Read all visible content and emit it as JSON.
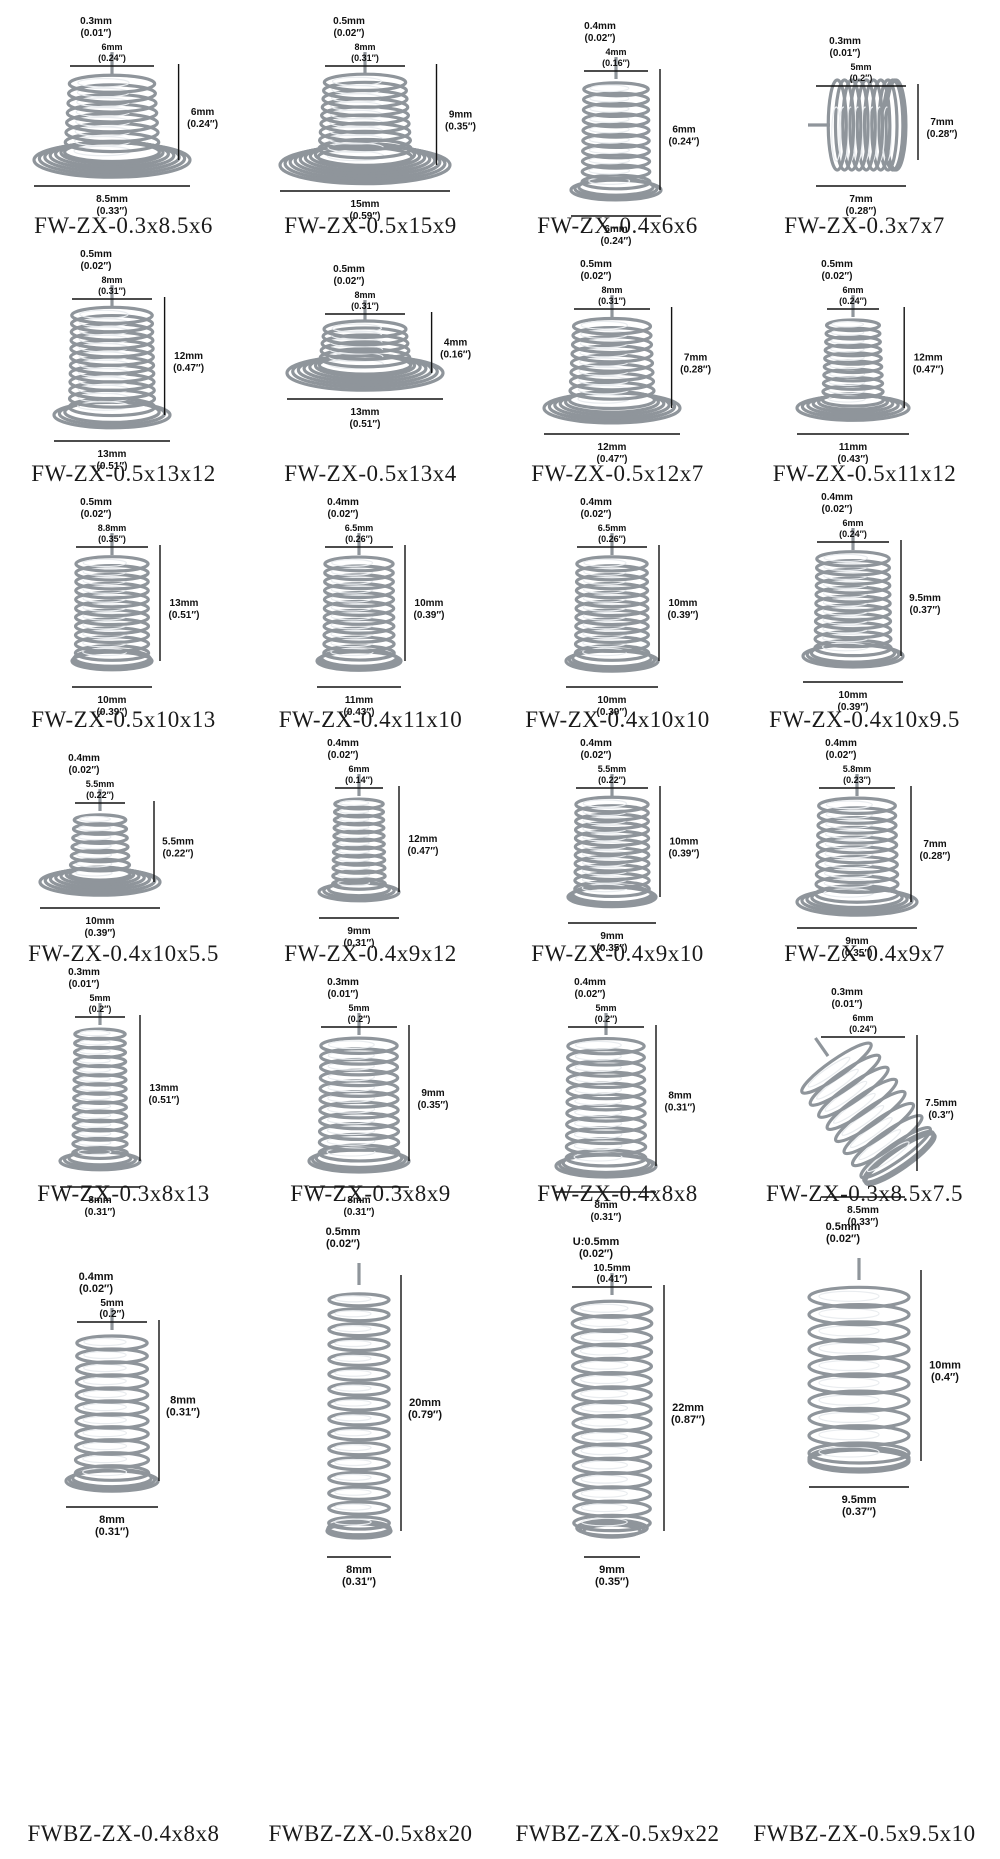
{
  "products": [
    {
      "code": "FW-ZX-0.3x8.5x6",
      "wire": [
        "0.3mm",
        "(0.01″)"
      ],
      "top": [
        "6mm",
        "(0.24″)"
      ],
      "height": [
        "6mm",
        "(0.24″)"
      ],
      "base": [
        "8.5mm",
        "(0.33″)"
      ]
    },
    {
      "code": "FW-ZX-0.5x15x9",
      "wire": [
        "0.5mm",
        "(0.02″)"
      ],
      "top": [
        "8mm",
        "(0.31″)"
      ],
      "height": [
        "9mm",
        "(0.35″)"
      ],
      "base": [
        "15mm",
        "(0.59″)"
      ]
    },
    {
      "code": "FW-ZX-0.4x6x6",
      "wire": [
        "0.4mm",
        "(0.02″)"
      ],
      "top": [
        "4mm",
        "(0.16″)"
      ],
      "height": [
        "6mm",
        "(0.24″)"
      ],
      "base": [
        "6mm",
        "(0.24″)"
      ]
    },
    {
      "code": "FW-ZX-0.3x7x7",
      "wire": [
        "0.3mm",
        "(0.01″)"
      ],
      "top": [
        "5mm",
        "(0.2″)"
      ],
      "height": [
        "7mm",
        "(0.28″)"
      ],
      "base": [
        "7mm",
        "(0.28″)"
      ]
    },
    {
      "code": "FW-ZX-0.5x13x12",
      "wire": [
        "0.5mm",
        "(0.02″)"
      ],
      "top": [
        "8mm",
        "(0.31″)"
      ],
      "height": [
        "12mm",
        "(0.47″)"
      ],
      "base": [
        "13mm",
        "(0.51″)"
      ]
    },
    {
      "code": "FW-ZX-0.5x13x4",
      "wire": [
        "0.5mm",
        "(0.02″)"
      ],
      "top": [
        "8mm",
        "(0.31″)"
      ],
      "height": [
        "4mm",
        "(0.16″)"
      ],
      "base": [
        "13mm",
        "(0.51″)"
      ]
    },
    {
      "code": "FW-ZX-0.5x12x7",
      "wire": [
        "0.5mm",
        "(0.02″)"
      ],
      "top": [
        "8mm",
        "(0.31″)"
      ],
      "height": [
        "7mm",
        "(0.28″)"
      ],
      "base": [
        "12mm",
        "(0.47″)"
      ]
    },
    {
      "code": "FW-ZX-0.5x11x12",
      "wire": [
        "0.5mm",
        "(0.02″)"
      ],
      "top": [
        "6mm",
        "(0.24″)"
      ],
      "height": [
        "12mm",
        "(0.47″)"
      ],
      "base": [
        "11mm",
        "(0.43″)"
      ]
    },
    {
      "code": "FW-ZX-0.5x10x13",
      "wire": [
        "0.5mm",
        "(0.02″)"
      ],
      "top": [
        "8.8mm",
        "(0.35″)"
      ],
      "height": [
        "13mm",
        "(0.51″)"
      ],
      "base": [
        "10mm",
        "(0.39″)"
      ]
    },
    {
      "code": "FW-ZX-0.4x11x10",
      "wire": [
        "0.4mm",
        "(0.02″)"
      ],
      "top": [
        "6.5mm",
        "(0.26″)"
      ],
      "height": [
        "10mm",
        "(0.39″)"
      ],
      "base": [
        "11mm",
        "(0.43″)"
      ]
    },
    {
      "code": "FW-ZX-0.4x10x10",
      "wire": [
        "0.4mm",
        "(0.02″)"
      ],
      "top": [
        "6.5mm",
        "(0.26″)"
      ],
      "height": [
        "10mm",
        "(0.39″)"
      ],
      "base": [
        "10mm",
        "(0.39″)"
      ]
    },
    {
      "code": "FW-ZX-0.4x10x9.5",
      "wire": [
        "0.4mm",
        "(0.02″)"
      ],
      "top": [
        "6mm",
        "(0.24″)"
      ],
      "height": [
        "9.5mm",
        "(0.37″)"
      ],
      "base": [
        "10mm",
        "(0.39″)"
      ]
    },
    {
      "code": "FW-ZX-0.4x10x5.5",
      "wire": [
        "0.4mm",
        "(0.02″)"
      ],
      "top": [
        "5.5mm",
        "(0.22″)"
      ],
      "height": [
        "5.5mm",
        "(0.22″)"
      ],
      "base": [
        "10mm",
        "(0.39″)"
      ]
    },
    {
      "code": "FW-ZX-0.4x9x12",
      "wire": [
        "0.4mm",
        "(0.02″)"
      ],
      "top": [
        "6mm",
        "(0.14″)"
      ],
      "height": [
        "12mm",
        "(0.47″)"
      ],
      "base": [
        "9mm",
        "(0.31″)"
      ]
    },
    {
      "code": "FW-ZX-0.4x9x10",
      "wire": [
        "0.4mm",
        "(0.02″)"
      ],
      "top": [
        "5.5mm",
        "(0.22″)"
      ],
      "height": [
        "10mm",
        "(0.39″)"
      ],
      "base": [
        "9mm",
        "(0.35″)"
      ]
    },
    {
      "code": "FW-ZX-0.4x9x7",
      "wire": [
        "0.4mm",
        "(0.02″)"
      ],
      "top": [
        "5.8mm",
        "(0.23″)"
      ],
      "height": [
        "7mm",
        "(0.28″)"
      ],
      "base": [
        "9mm",
        "(0.35″)"
      ]
    },
    {
      "code": "FW-ZX-0.3x8x13",
      "wire": [
        "0.3mm",
        "(0.01″)"
      ],
      "top": [
        "5mm",
        "(0.2″)"
      ],
      "height": [
        "13mm",
        "(0.51″)"
      ],
      "base": [
        "8mm",
        "(0.31″)"
      ]
    },
    {
      "code": "FW-ZX-0.3x8x9",
      "wire": [
        "0.3mm",
        "(0.01″)"
      ],
      "top": [
        "5mm",
        "(0.2″)"
      ],
      "height": [
        "9mm",
        "(0.35″)"
      ],
      "base": [
        "8mm",
        "(0.31″)"
      ]
    },
    {
      "code": "FW-ZX-0.4x8x8",
      "wire": [
        "0.4mm",
        "(0.02″)"
      ],
      "top": [
        "5mm",
        "(0.2″)"
      ],
      "height": [
        "8mm",
        "(0.31″)"
      ],
      "base": [
        "8mm",
        "(0.31″)"
      ]
    },
    {
      "code": "FW-ZX-0.3x8.5x7.5",
      "wire": [
        "0.3mm",
        "(0.01″)"
      ],
      "top": [
        "6mm",
        "(0.24″)"
      ],
      "height": [
        "7.5mm",
        "(0.3″)"
      ],
      "base": [
        "8.5mm",
        "(0.33″)"
      ]
    },
    {
      "code": "FWBZ-ZX-0.4x8x8",
      "wire": [
        "0.4mm",
        "(0.02″)"
      ],
      "top": [
        "5mm",
        "(0.2″)"
      ],
      "height": [
        "8mm",
        "(0.31″)"
      ],
      "base": [
        "8mm",
        "(0.31″)"
      ]
    },
    {
      "code": "FWBZ-ZX-0.5x8x20",
      "wire": [
        "0.5mm",
        "(0.02″)"
      ],
      "top": null,
      "height": [
        "20mm",
        "(0.79″)"
      ],
      "base": [
        "8mm",
        "(0.31″)"
      ]
    },
    {
      "code": "FWBZ-ZX-0.5x9x22",
      "wire": [
        "U:0.5mm",
        "(0.02″)"
      ],
      "top": [
        "10.5mm",
        "(0.41″)"
      ],
      "height": [
        "22mm",
        "(0.87″)"
      ],
      "base": [
        "9mm",
        "(0.35″)"
      ]
    },
    {
      "code": "FWBZ-ZX-0.5x9.5x10",
      "wire": [
        "0.5mm",
        "(0.02″)"
      ],
      "top": null,
      "height": [
        "10mm",
        "(0.4″)"
      ],
      "base": [
        "9.5mm",
        "(0.37″)"
      ]
    }
  ]
}
